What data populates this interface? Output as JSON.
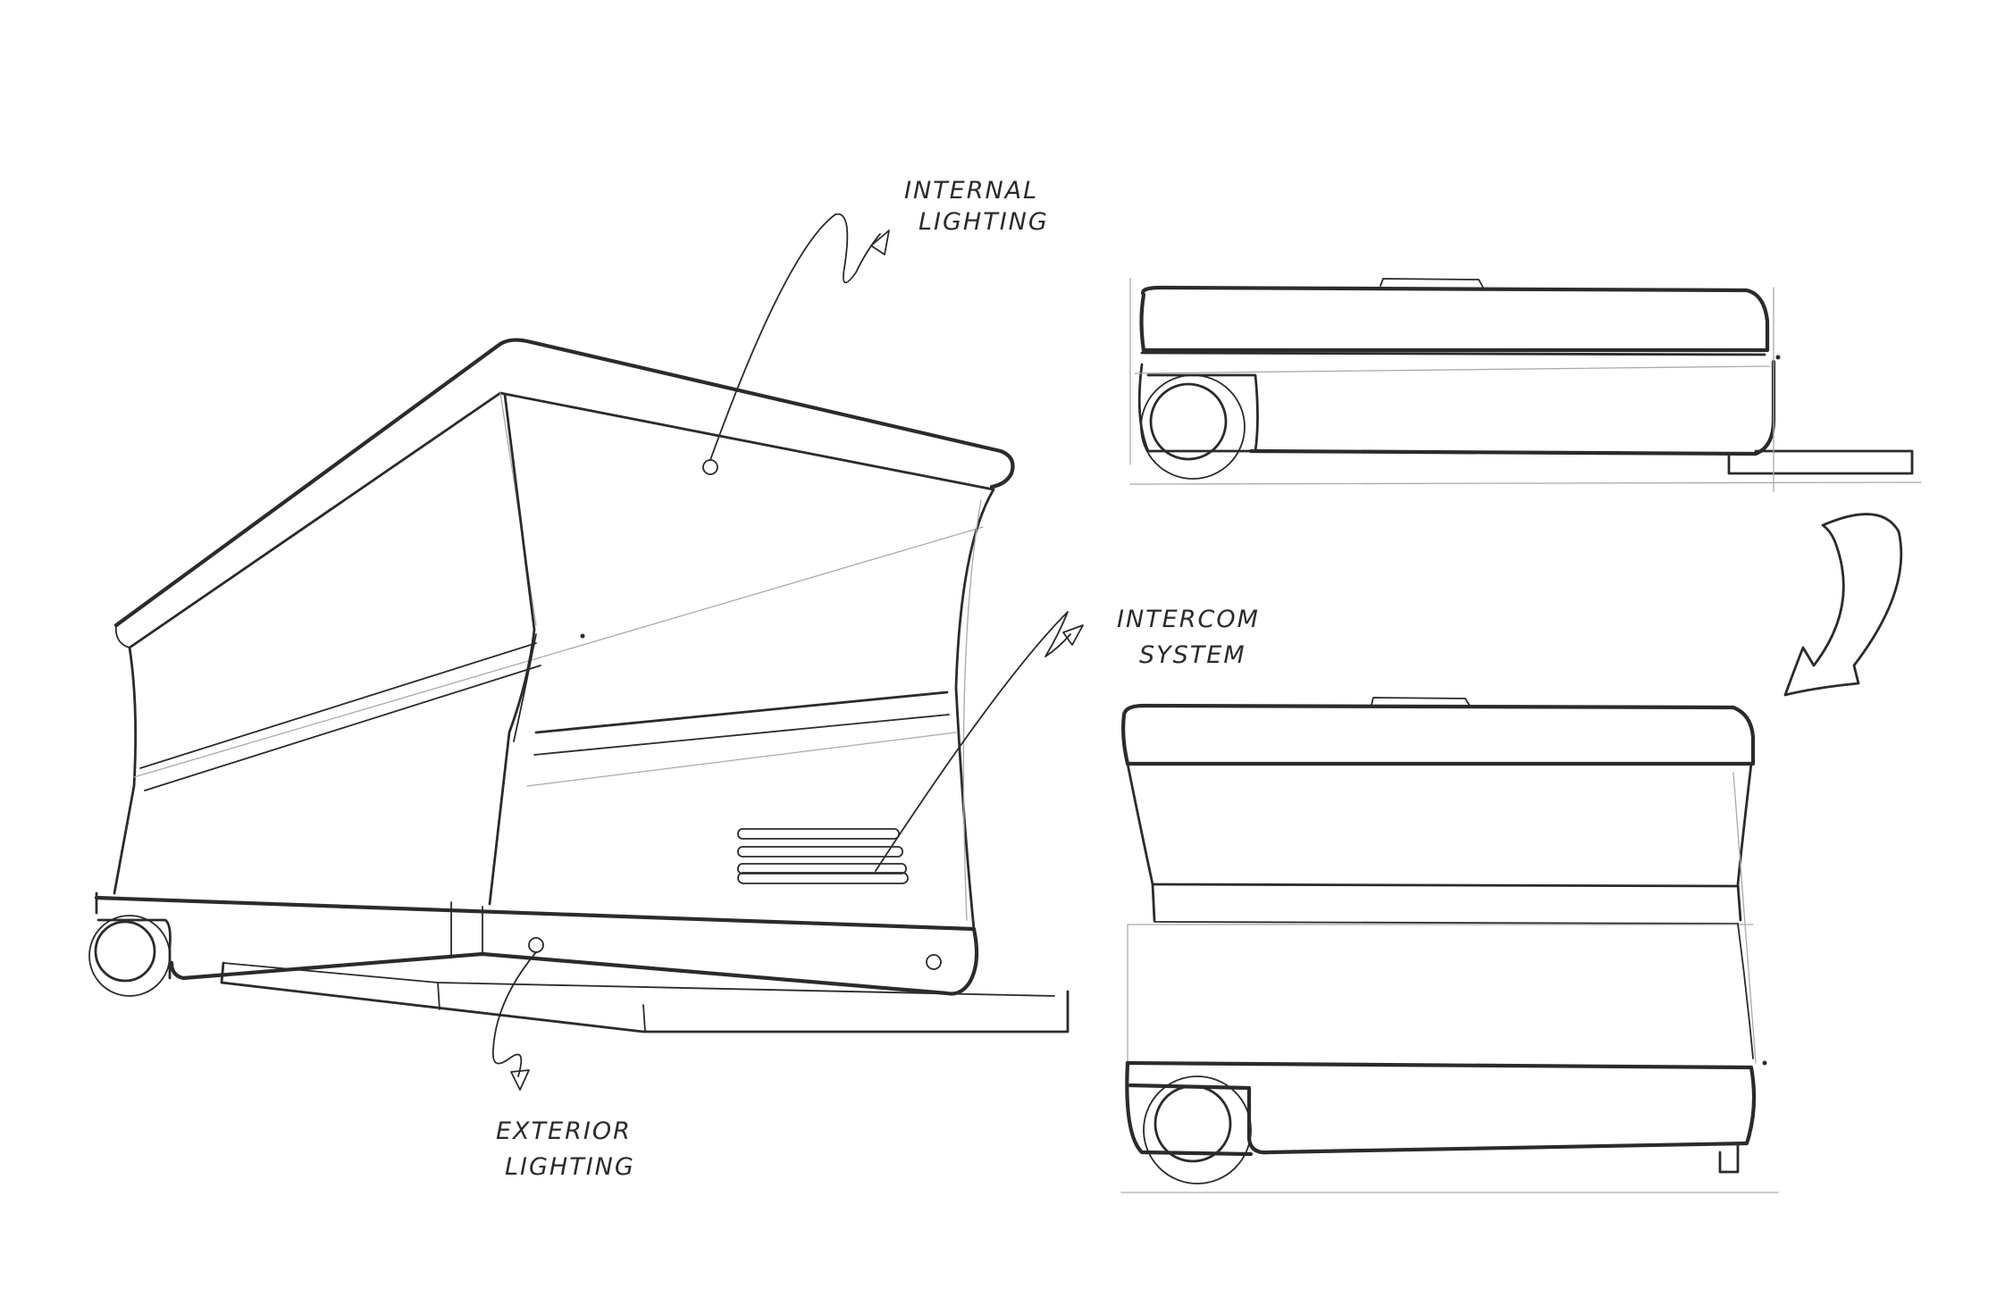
{
  "annotations": {
    "internal_lighting": {
      "line1": "INTERNAL",
      "line2": "LIGHTING"
    },
    "intercom_system": {
      "line1": "INTERCOM",
      "line2": "SYSTEM"
    },
    "exterior_lighting": {
      "line1": "EXTERIOR",
      "line2": "LIGHTING"
    }
  },
  "colors": {
    "ink": "#2b2b2b",
    "guide": "#a9a9a9",
    "paper": "#ffffff"
  },
  "icons": {
    "transition": "curved-arrow-icon",
    "callout": "triangle-arrowhead-icon"
  }
}
